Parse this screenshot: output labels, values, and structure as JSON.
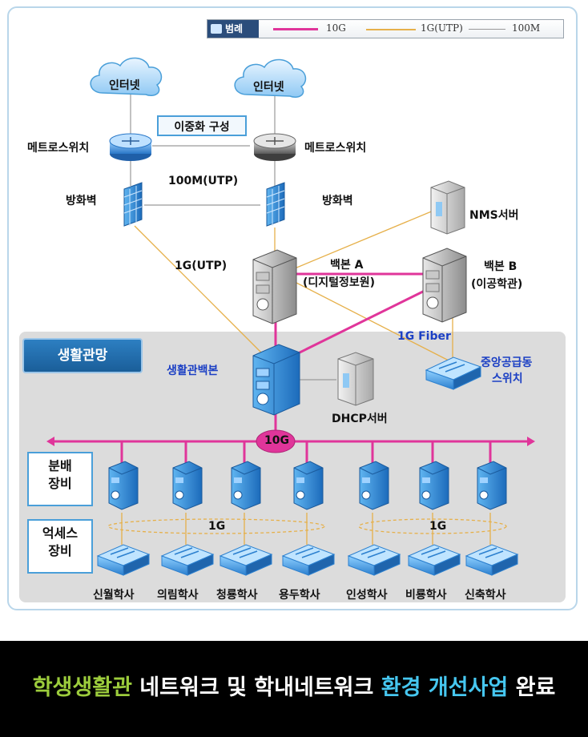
{
  "legend": {
    "title": "범례",
    "items": [
      {
        "label": "10G",
        "color": "#e0359a"
      },
      {
        "label": "1G(UTP)",
        "color": "#e6b04a"
      },
      {
        "label": "100M",
        "color": "#9a9a9a"
      }
    ]
  },
  "labels": {
    "internet_left": "인터넷",
    "internet_right": "인터넷",
    "dual": "이중화 구성",
    "metro_left": "메트로스위치",
    "metro_right": "메트로스위치",
    "link_100m": "100M(UTP)",
    "firewall_left": "방화벽",
    "firewall_right": "방화벽",
    "nms": "NMS서버",
    "link_1g_utp": "1G(UTP)",
    "backbone_a_line1": "백본 A",
    "backbone_a_line2": "(디지털정보원)",
    "backbone_b_line1": "백본 B",
    "backbone_b_line2": "(이공학관)",
    "fiber": "1G Fiber",
    "central_line1": "중앙공급동",
    "central_line2": "스위치",
    "campus": "생활관망",
    "campus_backbone": "생활관백본",
    "dhcp": "DHCP서버",
    "bus_10g": "10G",
    "dist_line1": "분배",
    "dist_line2": "장비",
    "access_line1": "억세스",
    "access_line2": "장비",
    "ring_left": "1G",
    "ring_right": "1G"
  },
  "dorms": [
    "신월학사",
    "의림학사",
    "청룡학사",
    "용두학사",
    "인성학사",
    "비룡학사",
    "신축학사"
  ],
  "banner": {
    "part1": "학생생활관",
    "part2": " 네트워크 및 학내네트워크 ",
    "part3": "환경 개선사업",
    "part4": " 완료"
  }
}
